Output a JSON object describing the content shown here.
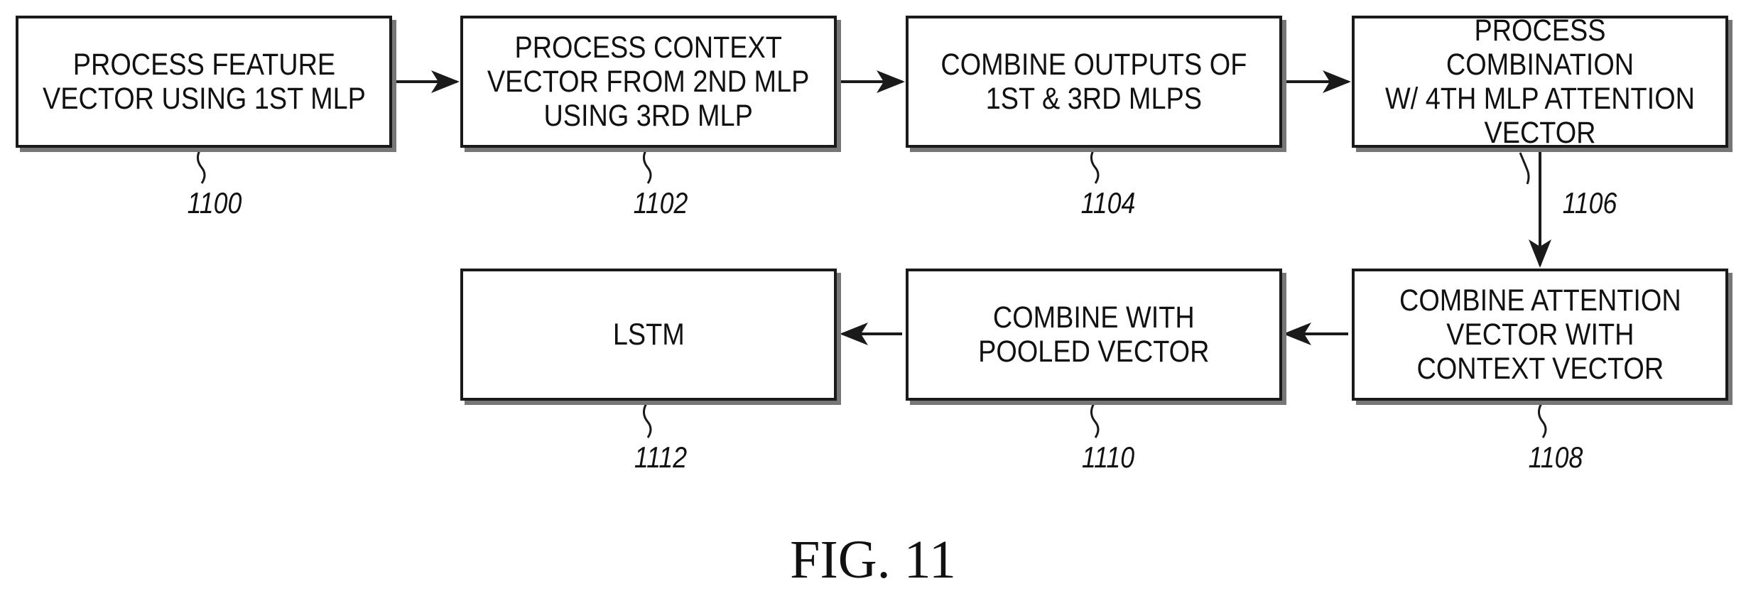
{
  "diagram": {
    "steps": [
      {
        "id": "1100",
        "label": "PROCESS FEATURE\nVECTOR USING 1ST MLP"
      },
      {
        "id": "1102",
        "label": "PROCESS CONTEXT\nVECTOR FROM 2ND MLP\nUSING 3RD MLP"
      },
      {
        "id": "1104",
        "label": "COMBINE OUTPUTS OF\n1ST & 3RD MLPS"
      },
      {
        "id": "1106",
        "label": "PROCESS COMBINATION\nW/ 4TH MLP  ATTENTION\nVECTOR"
      },
      {
        "id": "1108",
        "label": "COMBINE ATTENTION\nVECTOR WITH\nCONTEXT VECTOR"
      },
      {
        "id": "1110",
        "label": "COMBINE WITH\nPOOLED VECTOR"
      },
      {
        "id": "1112",
        "label": "LSTM"
      }
    ],
    "figure_title": "FIG. 11"
  }
}
